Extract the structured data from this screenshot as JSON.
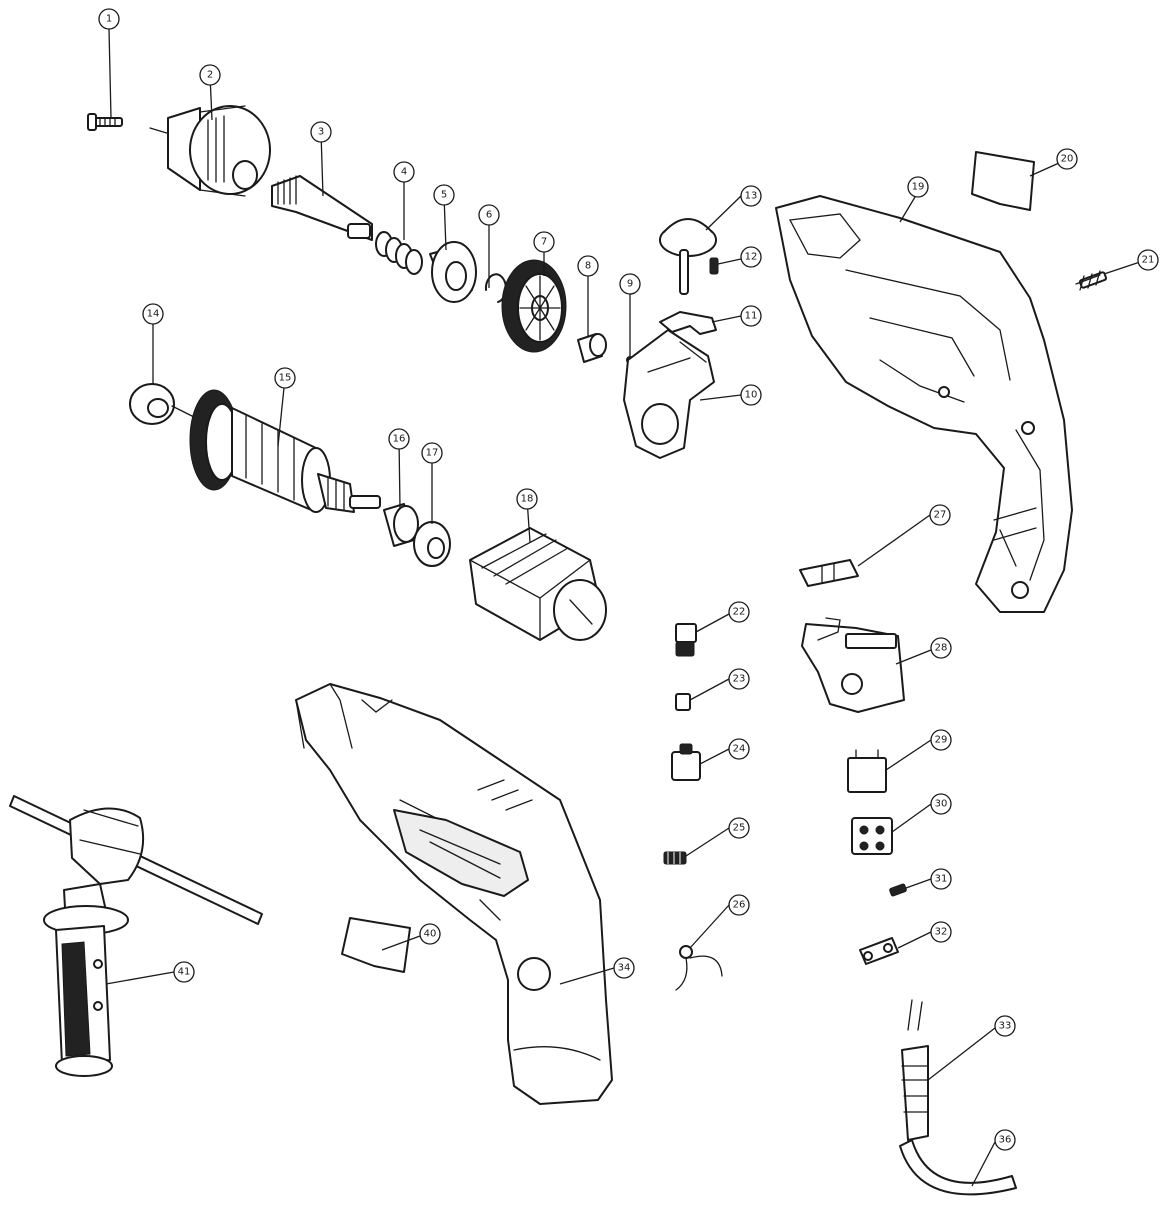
{
  "callouts": [
    {
      "id": "p1",
      "label": "1"
    },
    {
      "id": "p2",
      "label": "2"
    },
    {
      "id": "p3",
      "label": "3"
    },
    {
      "id": "p4",
      "label": "4"
    },
    {
      "id": "p5",
      "label": "5"
    },
    {
      "id": "p6",
      "label": "6"
    },
    {
      "id": "p7",
      "label": "7"
    },
    {
      "id": "p8",
      "label": "8"
    },
    {
      "id": "p9",
      "label": "9"
    },
    {
      "id": "p10",
      "label": "10"
    },
    {
      "id": "p11",
      "label": "11"
    },
    {
      "id": "p12",
      "label": "12"
    },
    {
      "id": "p13",
      "label": "13"
    },
    {
      "id": "p14",
      "label": "14"
    },
    {
      "id": "p15",
      "label": "15"
    },
    {
      "id": "p16",
      "label": "16"
    },
    {
      "id": "p17",
      "label": "17"
    },
    {
      "id": "p18",
      "label": "18"
    },
    {
      "id": "p19",
      "label": "19"
    },
    {
      "id": "p20",
      "label": "20"
    },
    {
      "id": "p21",
      "label": "21"
    },
    {
      "id": "p22",
      "label": "22"
    },
    {
      "id": "p23",
      "label": "23"
    },
    {
      "id": "p24",
      "label": "24"
    },
    {
      "id": "p25",
      "label": "25"
    },
    {
      "id": "p26",
      "label": "26"
    },
    {
      "id": "p27",
      "label": "27"
    },
    {
      "id": "p28",
      "label": "28"
    },
    {
      "id": "p29",
      "label": "29"
    },
    {
      "id": "p30",
      "label": "30"
    },
    {
      "id": "p31",
      "label": "31"
    },
    {
      "id": "p32",
      "label": "32"
    },
    {
      "id": "p33",
      "label": "33"
    },
    {
      "id": "p34",
      "label": "34"
    },
    {
      "id": "p36",
      "label": "36"
    },
    {
      "id": "p40",
      "label": "40"
    },
    {
      "id": "p41",
      "label": "41"
    }
  ]
}
